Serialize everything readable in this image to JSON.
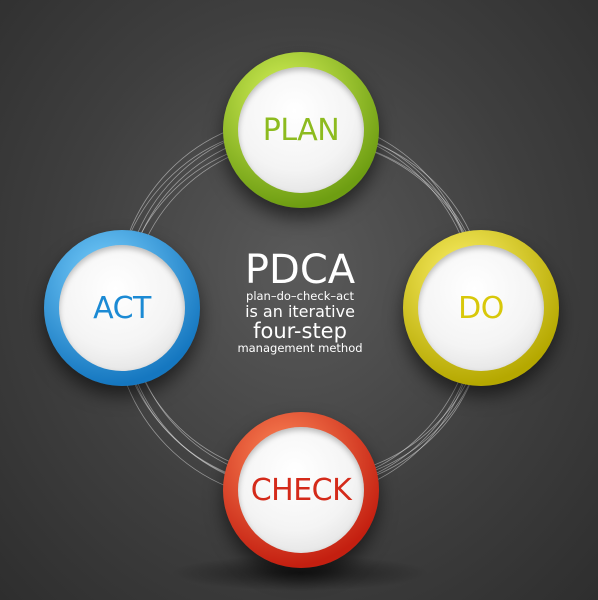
{
  "nodes": {
    "plan": {
      "label": "PLAN",
      "text_color": "#8dbb1f",
      "ring_light": "#d8f45a",
      "ring_dark": "#6e9e12"
    },
    "do": {
      "label": "DO",
      "text_color": "#d8c80a",
      "ring_light": "#fff36a",
      "ring_dark": "#b5a800"
    },
    "check": {
      "label": "CHECK",
      "text_color": "#d42a1a",
      "ring_light": "#ff8a5a",
      "ring_dark": "#c41f10"
    },
    "act": {
      "label": "ACT",
      "text_color": "#1b8ad4",
      "ring_light": "#7cd2ff",
      "ring_dark": "#1577c0"
    }
  },
  "center": {
    "title": "PDCA",
    "line1": "plan–do–check–act",
    "line2": "is an iterative",
    "line3": "four-step",
    "line4": "management method"
  }
}
